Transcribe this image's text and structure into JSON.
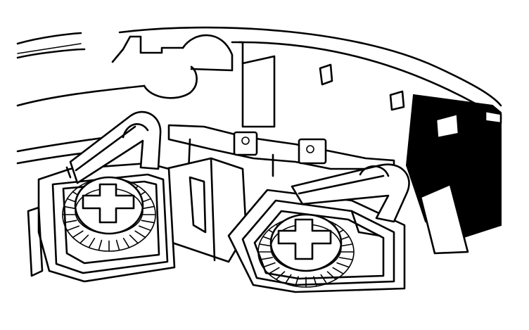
{
  "illustration": {
    "subject": "line drawing",
    "colors": {
      "ink": "#000000",
      "paper": "#ffffff"
    },
    "terminals": [
      {
        "id": "left",
        "screw_teeth": 28
      },
      {
        "id": "right",
        "screw_teeth": 28
      }
    ]
  }
}
